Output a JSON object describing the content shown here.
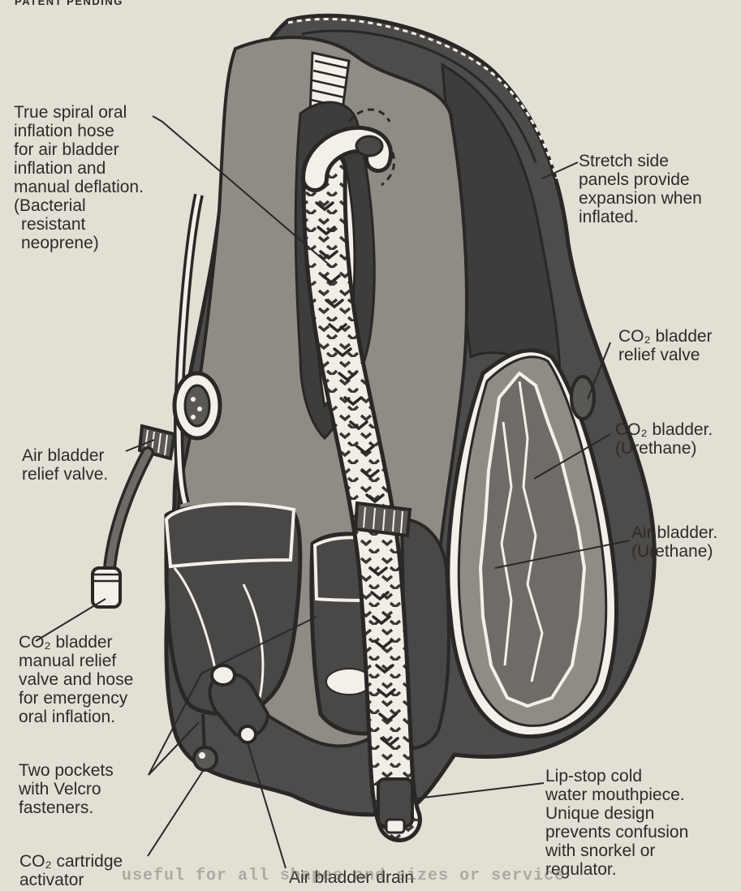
{
  "header": {
    "patent": "PATENT PENDING"
  },
  "labels": {
    "spiral_hose": [
      "True spiral oral",
      "inflation hose",
      "for air bladder",
      "inflation and",
      "manual deflation.",
      "(Bacterial",
      "resistant",
      "neoprene)"
    ],
    "stretch_panels": [
      "Stretch side",
      "panels provide",
      "expansion when",
      "inflated."
    ],
    "co2_relief_valve": [
      "CO₂ bladder",
      "relief valve"
    ],
    "co2_bladder": [
      "CO₂ bladder.",
      "(Urethane)"
    ],
    "air_bladder": [
      "Air bladder.",
      "(Urethane)"
    ],
    "air_relief_valve": [
      "Air bladder",
      "relief valve."
    ],
    "co2_manual_relief": [
      "CO₂ bladder",
      "manual relief",
      "valve and hose",
      "for emergency",
      "oral inflation."
    ],
    "pockets": [
      "Two pockets",
      "with Velcro",
      "fasteners."
    ],
    "mouthpiece": [
      "Lip-stop cold",
      "water mouthpiece.",
      "Unique design",
      "prevents confusion",
      "with snorkel or",
      "regulator."
    ],
    "cartridge": [
      "CO₂ cartridge",
      "activator"
    ],
    "drain": [
      "Air bladder drain"
    ]
  },
  "footer": {
    "bleed_text": "useful for all shapes and sizes or service"
  },
  "colors": {
    "paper": "#e3dfd5",
    "ink": "#2e2b28",
    "vest_dark": "#5a5855",
    "vest_mid": "#8d8a84",
    "highlight": "#f4f1ea"
  }
}
